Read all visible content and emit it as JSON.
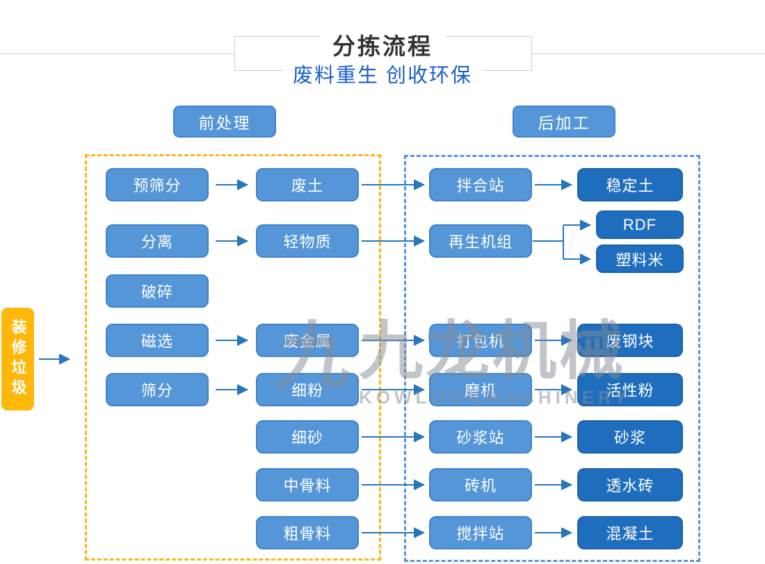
{
  "header": {
    "title": "分拣流程",
    "subtitle": "废料重生 创收环保"
  },
  "section_labels": {
    "pre": "前处理",
    "post": "后加工"
  },
  "source_label": "装修垃圾",
  "watermark": {
    "logo_glyph": "九",
    "cn": "九龙机械",
    "en": "KOWLOONMACHINERY"
  },
  "nodes": {
    "col1": [
      "预筛分",
      "分离",
      "破碎",
      "磁选",
      "筛分"
    ],
    "col2": [
      "废土",
      "轻物质",
      "废金属",
      "细粉",
      "细砂",
      "中骨料",
      "粗骨料"
    ],
    "col3": [
      "拌合站",
      "再生机组",
      "打包机",
      "磨机",
      "砂浆站",
      "砖机",
      "搅拌站"
    ],
    "col4": [
      "稳定土",
      "RDF",
      "塑料米",
      "废钢块",
      "活性粉",
      "砂浆",
      "透水砖",
      "混凝土"
    ]
  },
  "edges": [
    "装修垃圾→前处理",
    "预筛分→废土",
    "分离→轻物质",
    "磁选→废金属",
    "筛分→细粉",
    "废土→拌合站",
    "轻物质→再生机组",
    "废金属→打包机",
    "细粉→磨机",
    "细砂→砂浆站",
    "中骨料→砖机",
    "粗骨料→搅拌站",
    "拌合站→稳定土",
    "再生机组→RDF",
    "再生机组→塑料米",
    "打包机→废钢块",
    "磨机→活性粉",
    "砂浆站→砂浆",
    "砖机→透水砖",
    "搅拌站→混凝土"
  ],
  "colors": {
    "node_light": "#5596D8",
    "node_dark": "#1F6EBE",
    "arrow": "#2775BC",
    "frame_pre_dash": "#FCB514",
    "frame_post_dash": "#5596D8",
    "source_fill": "#FFB80A",
    "title": "#333333",
    "subtitle": "#1A5FC8",
    "watermark_gray": "#848C96"
  }
}
